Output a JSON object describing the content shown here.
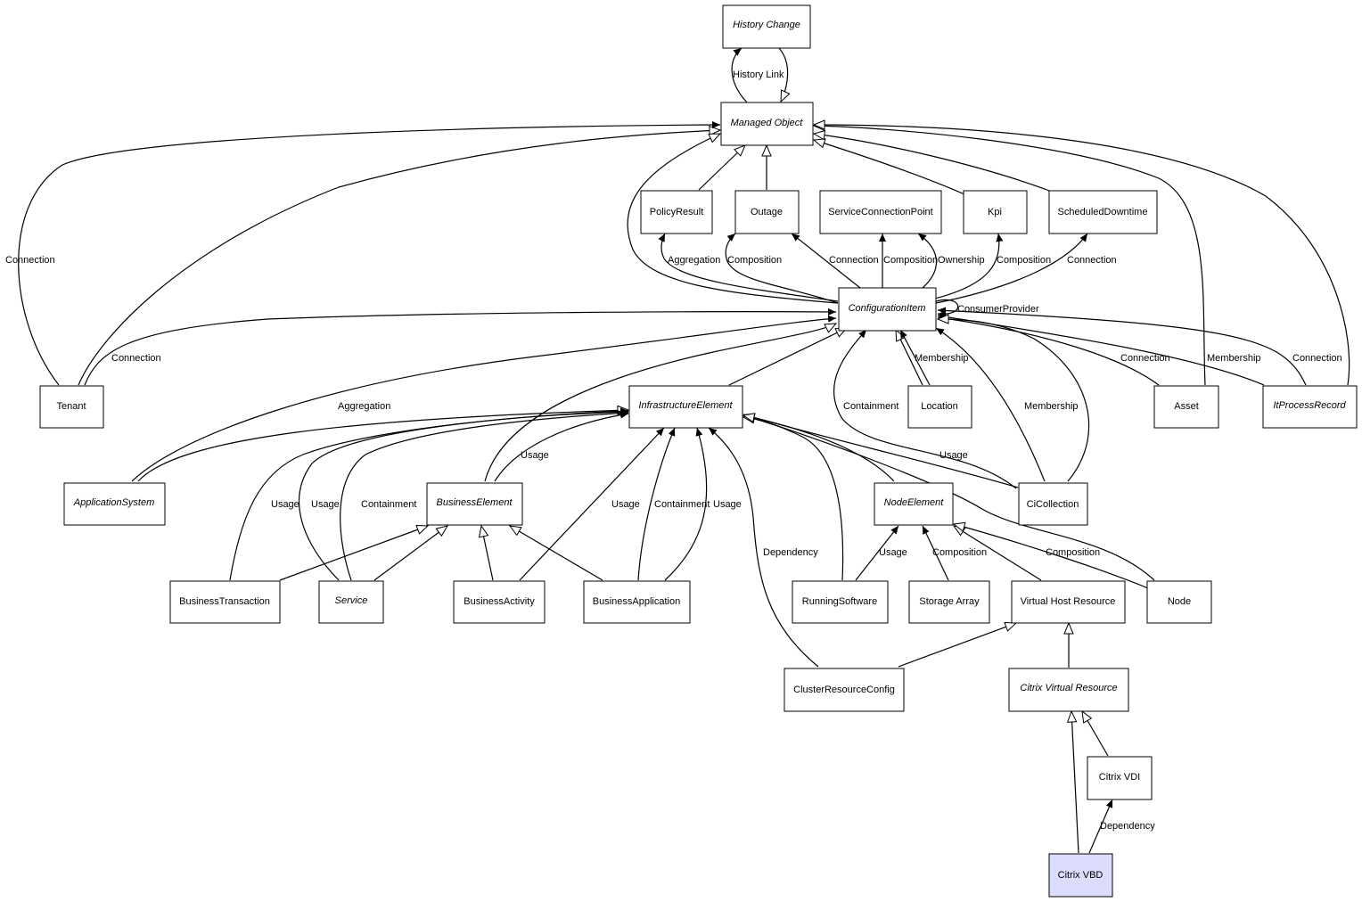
{
  "nodes": [
    {
      "id": "history-change",
      "label": "History Change",
      "italic": true
    },
    {
      "id": "managed-object",
      "label": "Managed Object",
      "italic": true
    },
    {
      "id": "policy-result",
      "label": "PolicyResult",
      "italic": false
    },
    {
      "id": "outage",
      "label": "Outage",
      "italic": false
    },
    {
      "id": "service-connection-point",
      "label": "ServiceConnectionPoint",
      "italic": false
    },
    {
      "id": "kpi",
      "label": "Kpi",
      "italic": false
    },
    {
      "id": "scheduled-downtime",
      "label": "ScheduledDowntime",
      "italic": false
    },
    {
      "id": "configuration-item",
      "label": "ConfigurationItem",
      "italic": true
    },
    {
      "id": "tenant",
      "label": "Tenant",
      "italic": false
    },
    {
      "id": "infrastructure-element",
      "label": "InfrastructureElement",
      "italic": true
    },
    {
      "id": "location",
      "label": "Location",
      "italic": false
    },
    {
      "id": "asset",
      "label": "Asset",
      "italic": false
    },
    {
      "id": "it-process-record",
      "label": "ItProcessRecord",
      "italic": true
    },
    {
      "id": "application-system",
      "label": "ApplicationSystem",
      "italic": true
    },
    {
      "id": "business-element",
      "label": "BusinessElement",
      "italic": true
    },
    {
      "id": "node-element",
      "label": "NodeElement",
      "italic": true
    },
    {
      "id": "ci-collection",
      "label": "CiCollection",
      "italic": false
    },
    {
      "id": "business-transaction",
      "label": "BusinessTransaction",
      "italic": false
    },
    {
      "id": "service",
      "label": "Service",
      "italic": true
    },
    {
      "id": "business-activity",
      "label": "BusinessActivity",
      "italic": false
    },
    {
      "id": "business-application",
      "label": "BusinessApplication",
      "italic": false
    },
    {
      "id": "running-software",
      "label": "RunningSoftware",
      "italic": false
    },
    {
      "id": "storage-array",
      "label": "Storage Array",
      "italic": false
    },
    {
      "id": "virtual-host-resource",
      "label": "Virtual Host Resource",
      "italic": false
    },
    {
      "id": "node",
      "label": "Node",
      "italic": false
    },
    {
      "id": "cluster-resource-config",
      "label": "ClusterResourceConfig",
      "italic": false
    },
    {
      "id": "citrix-virtual-resource",
      "label": "Citrix Virtual Resource",
      "italic": true
    },
    {
      "id": "citrix-vdi",
      "label": "Citrix VDI",
      "italic": false
    },
    {
      "id": "citrix-vbd",
      "label": "Citrix VBD",
      "italic": false,
      "highlight": true
    }
  ],
  "edge_labels": {
    "history_link": "History Link",
    "connection": "Connection",
    "aggregation": "Aggregation",
    "composition": "Composition",
    "ownership": "Ownership",
    "consumer_provider": "ConsumerProvider",
    "membership": "Membership",
    "containment": "Containment",
    "usage": "Usage",
    "dependency": "Dependency"
  },
  "colors": {
    "node_fill": "#ffffff",
    "highlight_fill": "#dcdcfc",
    "stroke": "#000000"
  }
}
